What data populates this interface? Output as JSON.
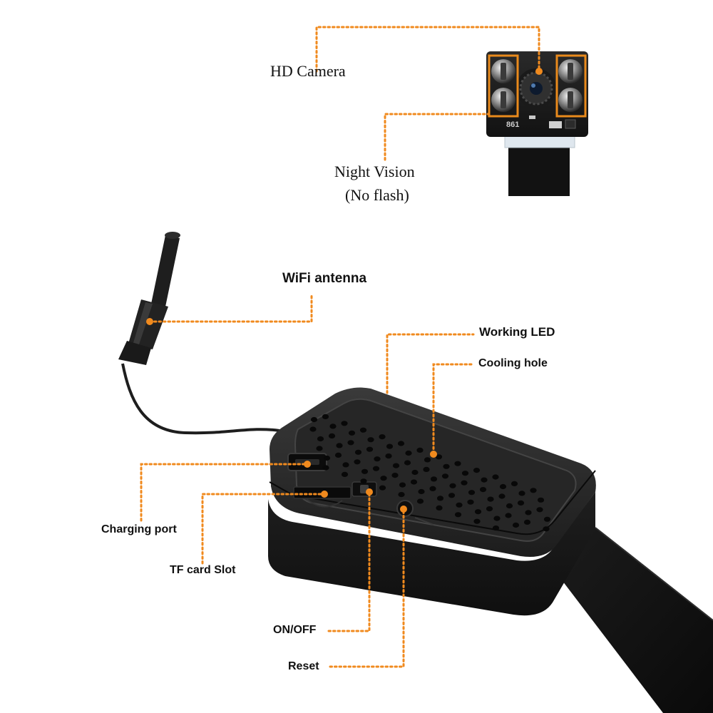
{
  "colors": {
    "leader": "#f08a1e",
    "highlight_box": "#e98a1c",
    "device_body": "#202020",
    "text": "#111111",
    "background": "#ffffff"
  },
  "labels": {
    "hd_camera": "HD Camera",
    "night_vision_1": "Night Vision",
    "night_vision_2": "(No flash)",
    "wifi_antenna": "WiFi antenna",
    "working_led": "Working LED",
    "cooling_hole": "Cooling hole",
    "charging_port": "Charging port",
    "tf_card_slot": "TF card Slot",
    "on_off": "ON/OFF",
    "reset": "Reset"
  },
  "camera_board": {
    "marking": "861"
  }
}
